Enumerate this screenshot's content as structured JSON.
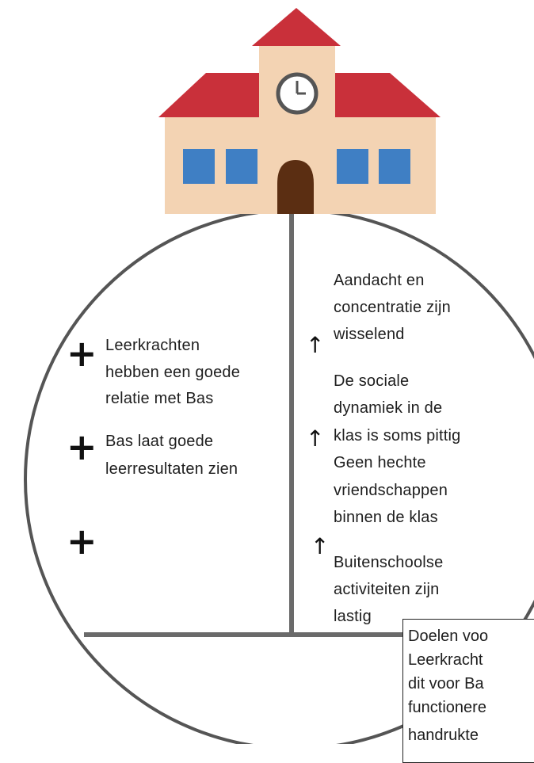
{
  "left_items": [
    {
      "symbol": "+",
      "lines": [
        "Leerkrachten",
        "hebben een goede",
        "relatie met Bas"
      ]
    },
    {
      "symbol": "+",
      "lines": [
        "Bas laat goede",
        "leerresultaten zien"
      ]
    },
    {
      "symbol": "+",
      "lines": []
    }
  ],
  "right_items": [
    {
      "symbol": "↑",
      "lines": [
        "Aandacht en",
        "concentratie zijn",
        "wisselend"
      ]
    },
    {
      "symbol": "↑",
      "lines": [
        "De sociale",
        "dynamiek in de",
        "klas is soms pittig",
        "Geen hechte",
        "vriendschappen",
        "binnen de klas"
      ]
    },
    {
      "symbol": "↑",
      "lines": [
        "Buitenschoolse",
        "activiteiten zijn",
        "lastig"
      ]
    }
  ],
  "goals_box": {
    "lines": [
      "Doelen voo",
      "Leerkracht",
      "dit voor Ba",
      "functionere",
      "handrukte"
    ]
  },
  "colors": {
    "roof": "#c9303a",
    "wall": "#f3d3b3",
    "window": "#3f7fc4",
    "door": "#5b2e12",
    "clock_face": "#ffffff",
    "lines": "#555555"
  },
  "icons": [
    "school-building-icon",
    "clock-icon"
  ]
}
